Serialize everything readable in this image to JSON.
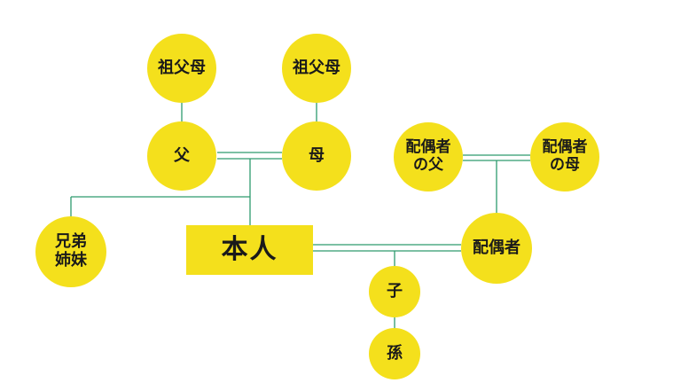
{
  "diagram": {
    "type": "family-tree",
    "colors": {
      "node": "#f4e01c",
      "line": "#2e9a6e",
      "text": "#1a1a1a"
    },
    "nodes": {
      "grandparents_paternal": "祖父母",
      "grandparents_maternal": "祖父母",
      "father": "父",
      "mother": "母",
      "siblings": "兄弟\n姉妹",
      "self": "本人",
      "spouse_father": "配偶者\nの父",
      "spouse_mother": "配偶者\nの母",
      "spouse": "配偶者",
      "child": "子",
      "grandchild": "孫"
    }
  }
}
